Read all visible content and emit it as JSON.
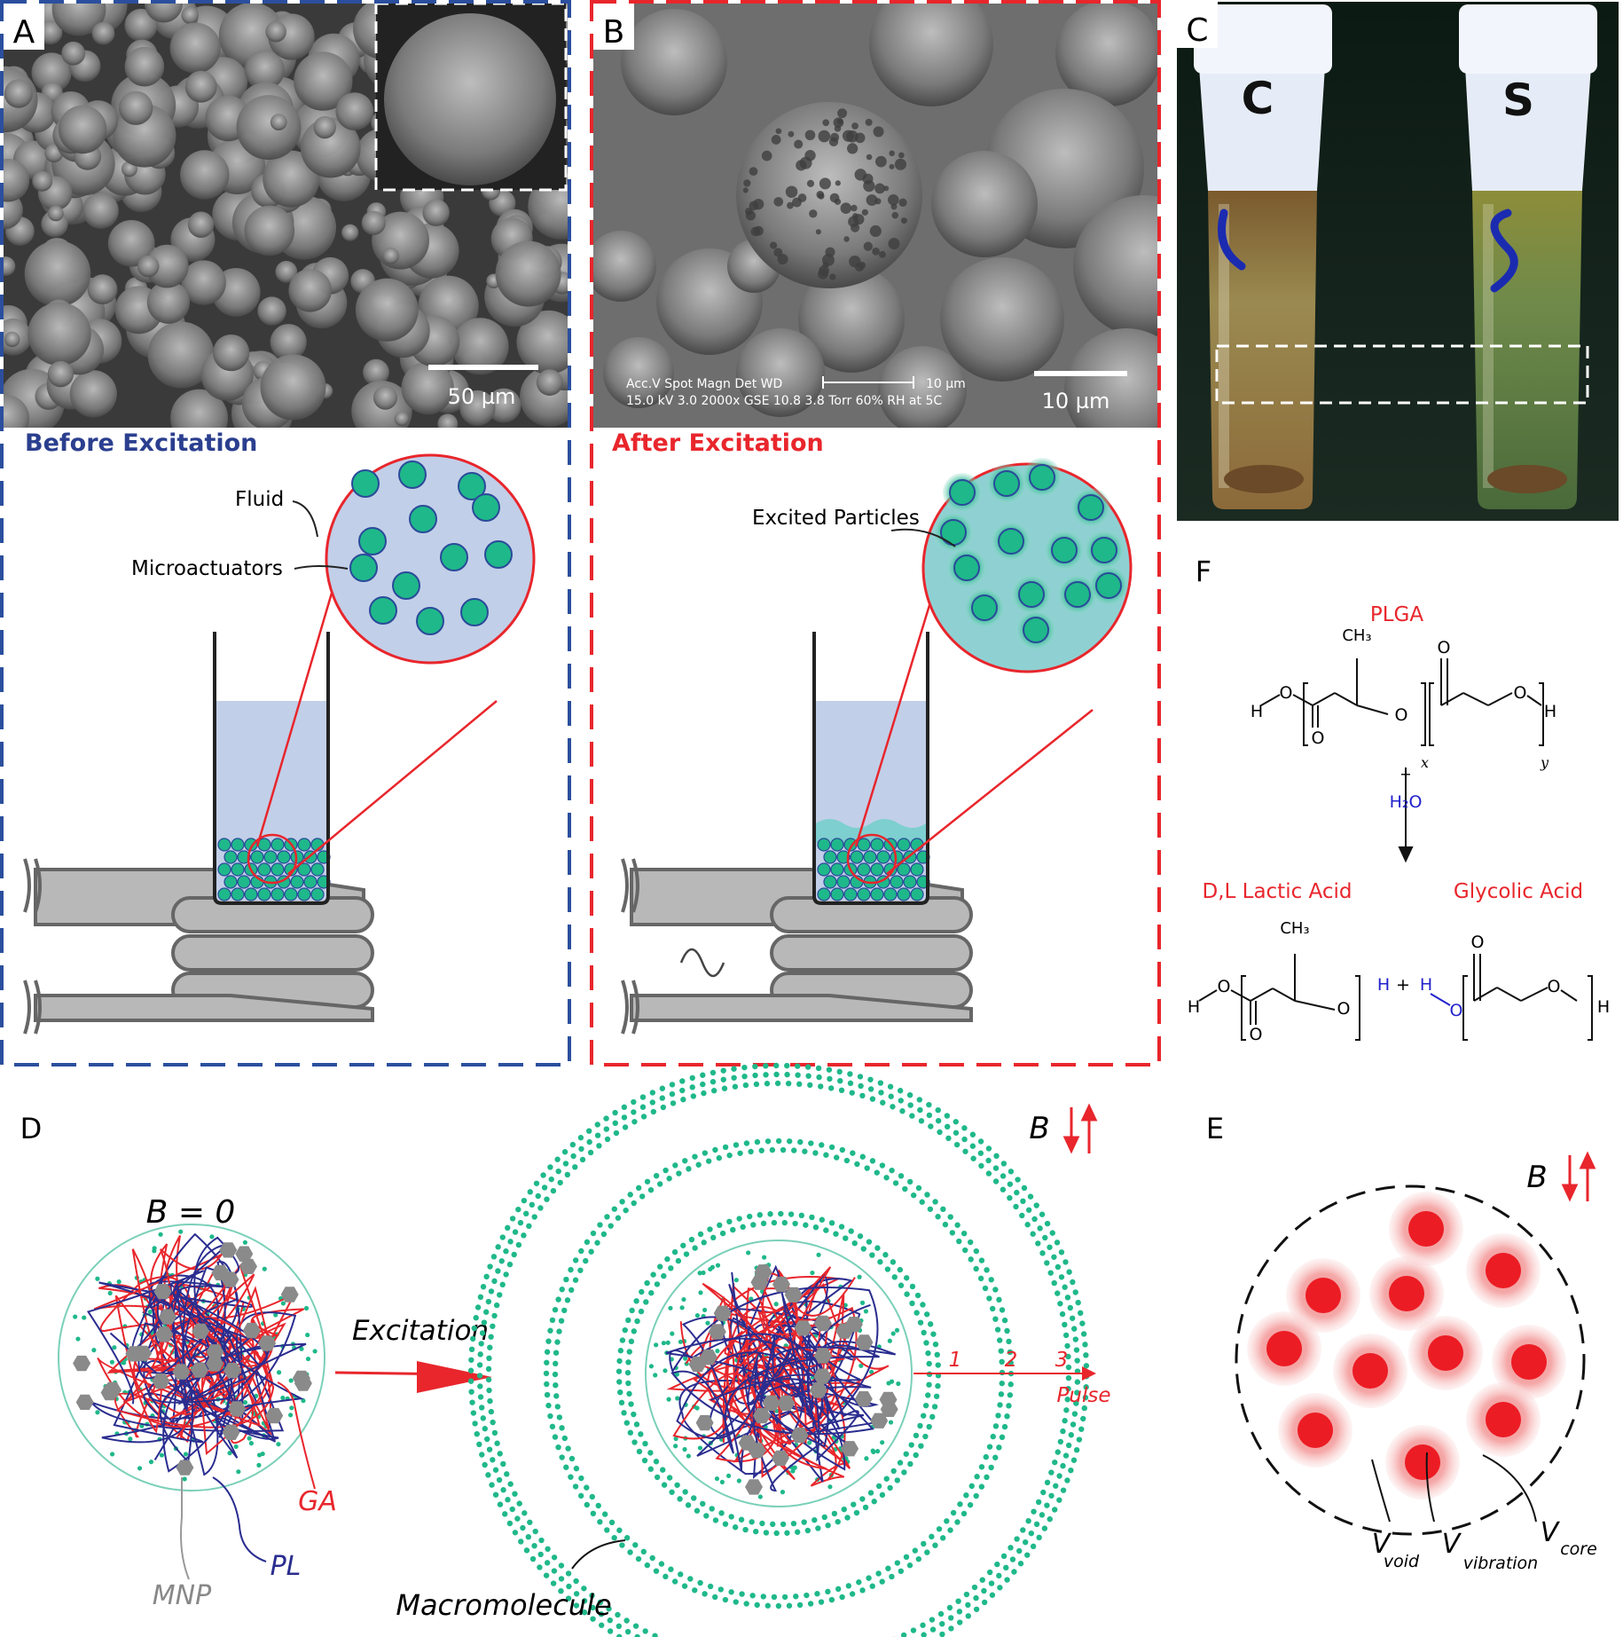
{
  "panels": {
    "a": {
      "letter": "A",
      "scale": "50 µm",
      "title": "Before Excitation",
      "fluid": "Fluid",
      "micro": "Microactuators"
    },
    "b": {
      "letter": "B",
      "scale": "10 µm",
      "sem_line1": "Acc.V   Spot Magn    Det  WD",
      "sem_line2": "15.0 kV 3.0   2000x    GSE 10.8   3.8 Torr 60% RH at 5C",
      "sem_bar": "10 µm",
      "title": "After Excitation",
      "excited": "Excited Particles"
    },
    "c": {
      "letter": "C",
      "vial_left": "C",
      "vial_right": "S"
    },
    "d": {
      "letter": "D",
      "b_zero": "B = 0",
      "b": "B",
      "excitation": "Excitation",
      "n1": "1",
      "n2": "2",
      "n3": "3",
      "pulse": "Pulse",
      "ga": "GA",
      "pl": "PL",
      "mnp": "MNP",
      "macro": "Macromolecule"
    },
    "e": {
      "letter": "E",
      "b": "B",
      "v": "V",
      "void": "void",
      "vibration": "vibration",
      "core": "core"
    },
    "f": {
      "letter": "F",
      "plga": "PLGA",
      "plus": "+",
      "h2o": "H₂O",
      "dl": "D,L Lactic Acid",
      "glycolic": "Glycolic Acid",
      "ch3": "CH₃",
      "h": "H",
      "o": "O",
      "x": "x",
      "y": "y"
    }
  },
  "colors": {
    "blue_frame": "#2b4f9e",
    "red_frame": "#e8262c",
    "teal": "#1fb88a",
    "fluid": "#c2cfe8",
    "red": "#e8262c",
    "navy": "#2a2d8f"
  }
}
